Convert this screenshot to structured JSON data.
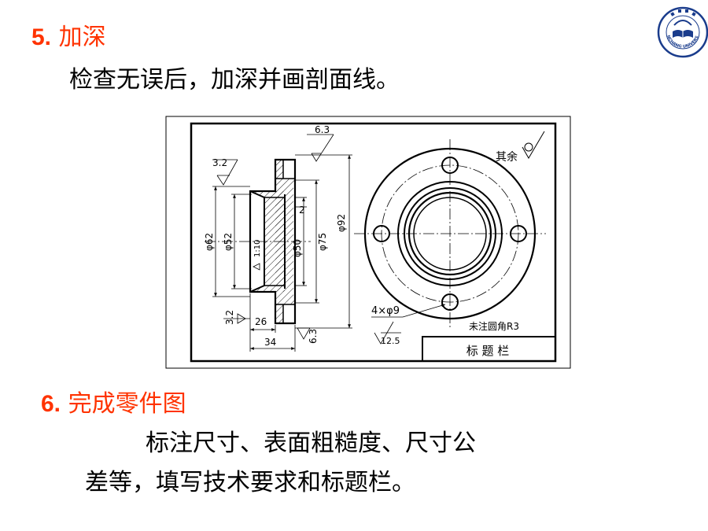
{
  "section5": {
    "number": "5.",
    "title": "加深",
    "body": "检查无误后，加深并画剖面线。"
  },
  "section6": {
    "number": "6.",
    "title": "完成零件图",
    "body_line1": "标注尺寸、表面粗糙度、尺寸公",
    "body_line2": "差等，填写技术要求和标题栏。"
  },
  "logo": {
    "text": "NANCHANG UNIVERSITY"
  },
  "drawing": {
    "roughness_top": "6.3",
    "roughness_left_top": "3.2",
    "roughness_left_bottom": "3.2",
    "roughness_bottom": "6.3",
    "roughness_holes": "12.5",
    "dia_62": "φ62",
    "dia_52": "φ52",
    "dia_50": "φ50",
    "dia_75": "φ75",
    "dia_92": "φ92",
    "taper": "1:10",
    "dim_2": "2",
    "dim_26": "26",
    "dim_34": "34",
    "holes_note": "4×φ9",
    "other_note": "其余",
    "fillet_note": "未注圆角R3",
    "title_block": "标 题 栏"
  },
  "colors": {
    "heading": "#ff3300",
    "logo": "#1a3c8c"
  }
}
